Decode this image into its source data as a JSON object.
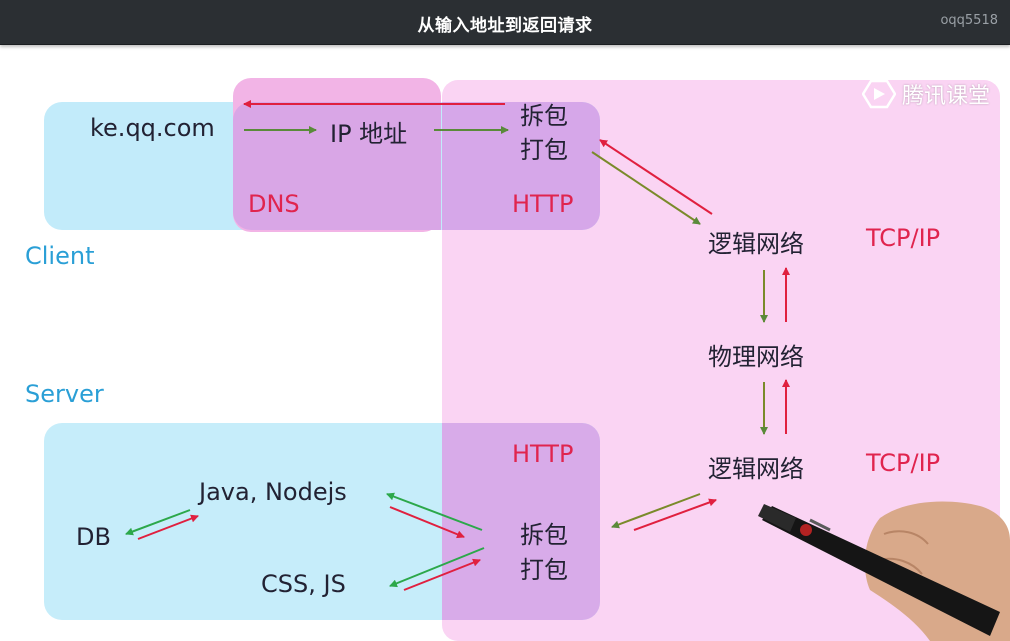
{
  "header": {
    "title": "从输入地址到返回请求",
    "user": "oqq5518"
  },
  "watermark": {
    "text": "腾讯课堂",
    "icon": "play-badge-icon"
  },
  "colors": {
    "client_box": "#c4ecfa",
    "dns_box": "#f3b6e6",
    "overlap_box": "#d7a8e8",
    "tcp_region": "#fad2f3",
    "arrow_green": "#5a8a3a",
    "arrow_red": "#e0203f",
    "label_red": "#e0244e",
    "label_blue": "#2a9fd6"
  },
  "client": {
    "section_label": "Client",
    "url": "ke.qq.com",
    "ip": "IP 地址",
    "unpack": "拆包",
    "pack": "打包",
    "dns_label": "DNS",
    "http_label": "HTTP"
  },
  "network": {
    "logical_top": "逻辑网络",
    "tcpip_top": "TCP/IP",
    "physical": "物理网络",
    "logical_bottom": "逻辑网络",
    "tcpip_bottom": "TCP/IP"
  },
  "server": {
    "section_label": "Server",
    "http_label": "HTTP",
    "backend": "Java, Nodejs",
    "db": "DB",
    "static": "CSS, JS",
    "unpack": "拆包",
    "pack": "打包"
  }
}
